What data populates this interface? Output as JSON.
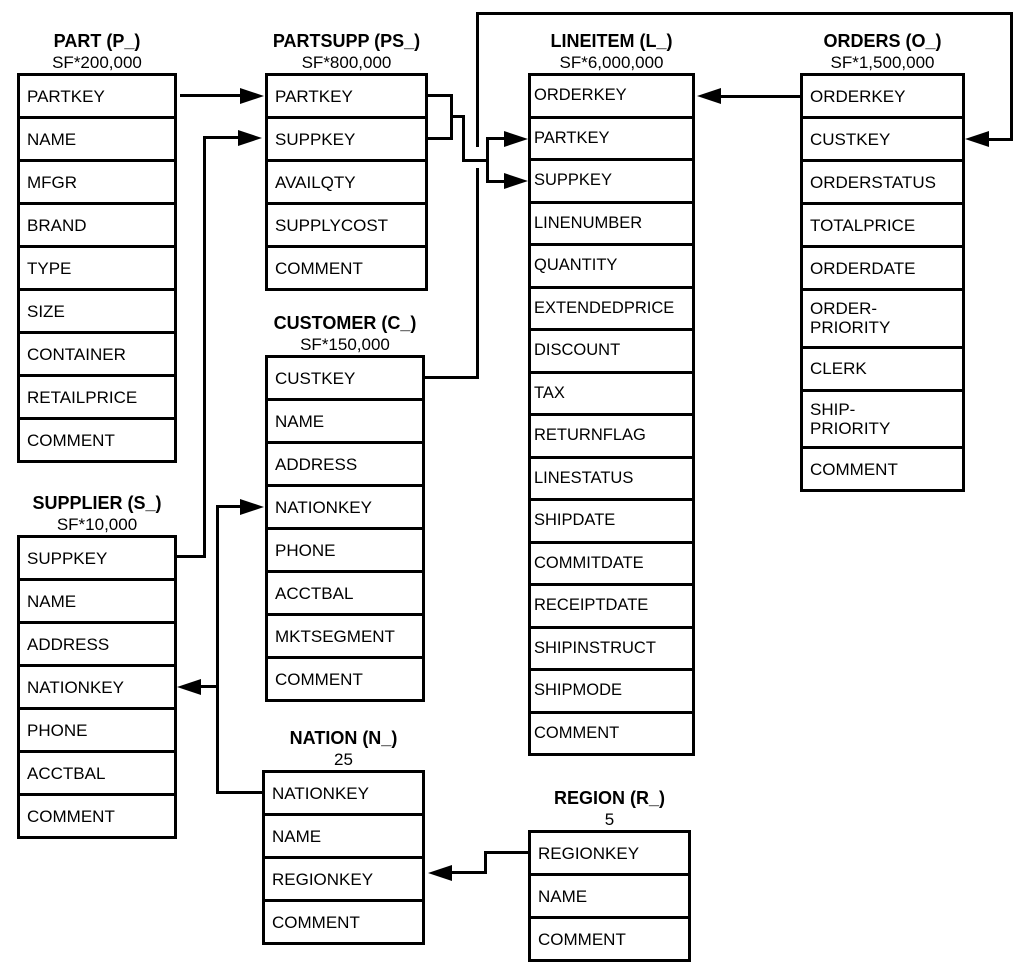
{
  "tables": {
    "part": {
      "title": "PART (P_)",
      "subtitle": "SF*200,000",
      "rows": [
        "PARTKEY",
        "NAME",
        "MFGR",
        "BRAND",
        "TYPE",
        "SIZE",
        "CONTAINER",
        "RETAILPRICE",
        "COMMENT"
      ]
    },
    "partsupp": {
      "title": "PARTSUPP (PS_)",
      "subtitle": "SF*800,000",
      "rows": [
        "PARTKEY",
        "SUPPKEY",
        "AVAILQTY",
        "SUPPLYCOST",
        "COMMENT"
      ]
    },
    "lineitem": {
      "title": "LINEITEM (L_)",
      "subtitle": "SF*6,000,000",
      "rows": [
        "ORDERKEY",
        "PARTKEY",
        "SUPPKEY",
        "LINENUMBER",
        "QUANTITY",
        "EXTENDEDPRICE",
        "DISCOUNT",
        "TAX",
        "RETURNFLAG",
        "LINESTATUS",
        "SHIPDATE",
        "COMMITDATE",
        "RECEIPTDATE",
        "SHIPINSTRUCT",
        "SHIPMODE",
        "COMMENT"
      ]
    },
    "orders": {
      "title": "ORDERS (O_)",
      "subtitle": "SF*1,500,000",
      "rows": [
        "ORDERKEY",
        "CUSTKEY",
        "ORDERSTATUS",
        "TOTALPRICE",
        "ORDERDATE",
        "ORDER-\nPRIORITY",
        "CLERK",
        "SHIP-\nPRIORITY",
        "COMMENT"
      ]
    },
    "customer": {
      "title": "CUSTOMER (C_)",
      "subtitle": "SF*150,000",
      "rows": [
        "CUSTKEY",
        "NAME",
        "ADDRESS",
        "NATIONKEY",
        "PHONE",
        "ACCTBAL",
        "MKTSEGMENT",
        "COMMENT"
      ]
    },
    "supplier": {
      "title": "SUPPLIER (S_)",
      "subtitle": "SF*10,000",
      "rows": [
        "SUPPKEY",
        "NAME",
        "ADDRESS",
        "NATIONKEY",
        "PHONE",
        "ACCTBAL",
        "COMMENT"
      ]
    },
    "nation": {
      "title": "NATION (N_)",
      "subtitle": "25",
      "rows": [
        "NATIONKEY",
        "NAME",
        "REGIONKEY",
        "COMMENT"
      ]
    },
    "region": {
      "title": "REGION (R_)",
      "subtitle": "5",
      "rows": [
        "REGIONKEY",
        "NAME",
        "COMMENT"
      ]
    }
  },
  "relationships": [
    {
      "from": "PART.PARTKEY",
      "to": "PARTSUPP.PARTKEY"
    },
    {
      "from": "SUPPLIER.SUPPKEY",
      "to": "PARTSUPP.SUPPKEY"
    },
    {
      "from": "PARTSUPP.PARTKEY+SUPPKEY",
      "to": "LINEITEM.PARTKEY+SUPPKEY"
    },
    {
      "from": "ORDERS.ORDERKEY",
      "to": "LINEITEM.ORDERKEY"
    },
    {
      "from": "CUSTOMER.CUSTKEY",
      "to": "ORDERS.CUSTKEY"
    },
    {
      "from": "NATION.NATIONKEY",
      "to": "CUSTOMER.NATIONKEY"
    },
    {
      "from": "NATION.NATIONKEY",
      "to": "SUPPLIER.NATIONKEY"
    },
    {
      "from": "REGION.REGIONKEY",
      "to": "NATION.REGIONKEY"
    }
  ],
  "colors": {
    "line": "#000000",
    "background": "#ffffff"
  }
}
